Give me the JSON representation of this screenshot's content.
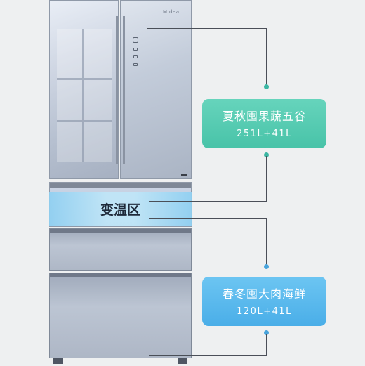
{
  "brand": {
    "logo_text": "Midea"
  },
  "zones": {
    "flex": {
      "label": "变温区"
    },
    "upper": {
      "title": "夏秋囤果蔬五谷",
      "capacity": "251L+41L"
    },
    "lower": {
      "title": "春冬囤大肉海鲜",
      "capacity": "120L+41L"
    }
  },
  "colors": {
    "background": "#eef0f1",
    "green_card": "#48c3a8",
    "blue_card": "#4aaee8",
    "flex_glow": "#bfe6f8",
    "callout_line": "#4a4f58"
  }
}
